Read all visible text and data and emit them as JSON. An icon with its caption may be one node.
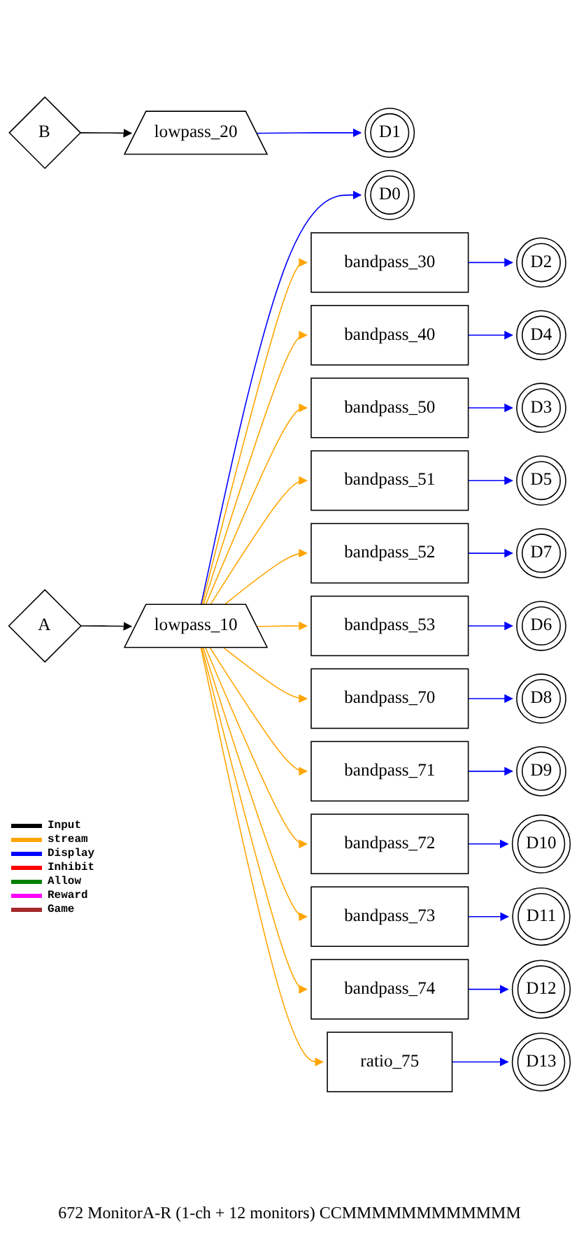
{
  "diagram": {
    "caption": "672 MonitorA-R   (1-ch + 12 monitors) CCMMMMMMMMMMMM",
    "nodes": [
      {
        "text": [
          "B"
        ]
      },
      {
        "text": [
          "lowpass_20"
        ]
      },
      {
        "text": [
          "D1"
        ]
      },
      {
        "text": [
          "D0"
        ]
      },
      {
        "text": [
          "bandpass_30"
        ]
      },
      {
        "text": [
          "D2"
        ]
      },
      {
        "text": [
          "bandpass_40"
        ]
      },
      {
        "text": [
          "D4"
        ]
      },
      {
        "text": [
          "bandpass_50"
        ]
      },
      {
        "text": [
          "D3"
        ]
      },
      {
        "text": [
          "bandpass_51"
        ]
      },
      {
        "text": [
          "D5"
        ]
      },
      {
        "text": [
          "bandpass_52"
        ]
      },
      {
        "text": [
          "D7"
        ]
      },
      {
        "text": [
          "A"
        ]
      },
      {
        "text": [
          "lowpass_10"
        ]
      },
      {
        "text": [
          "bandpass_53"
        ]
      },
      {
        "text": [
          "D6"
        ]
      },
      {
        "text": [
          "bandpass_70"
        ]
      },
      {
        "text": [
          "D8"
        ]
      },
      {
        "text": [
          "bandpass_71"
        ]
      },
      {
        "text": [
          "D9"
        ]
      },
      {
        "text": [
          "bandpass_72"
        ]
      },
      {
        "text": [
          "D10"
        ]
      },
      {
        "text": [
          "bandpass_73"
        ]
      },
      {
        "text": [
          "D11"
        ]
      },
      {
        "text": [
          "bandpass_74"
        ]
      },
      {
        "text": [
          "D12"
        ]
      },
      {
        "text": [
          "ratio_75"
        ]
      },
      {
        "text": [
          "D13"
        ]
      }
    ],
    "edges": [
      {
        "from": 0,
        "to": 1,
        "arrow": "to",
        "color": "#000000"
      },
      {
        "from": 1,
        "to": 2,
        "arrow": "to",
        "color": "#0000ff"
      },
      {
        "from": 14,
        "to": 15,
        "arrow": "to",
        "color": "#000000"
      },
      {
        "from": 15,
        "to": 3,
        "arrow": "to",
        "color": "#0000ff"
      },
      {
        "from": 15,
        "to": 4,
        "arrow": "to",
        "color": "#ffa500"
      },
      {
        "from": 15,
        "to": 6,
        "arrow": "to",
        "color": "#ffa500"
      },
      {
        "from": 15,
        "to": 8,
        "arrow": "to",
        "color": "#ffa500"
      },
      {
        "from": 15,
        "to": 10,
        "arrow": "to",
        "color": "#ffa500"
      },
      {
        "from": 15,
        "to": 12,
        "arrow": "to",
        "color": "#ffa500"
      },
      {
        "from": 15,
        "to": 16,
        "arrow": "to",
        "color": "#ffa500"
      },
      {
        "from": 15,
        "to": 18,
        "arrow": "to",
        "color": "#ffa500"
      },
      {
        "from": 15,
        "to": 20,
        "arrow": "to",
        "color": "#ffa500"
      },
      {
        "from": 15,
        "to": 22,
        "arrow": "to",
        "color": "#ffa500"
      },
      {
        "from": 15,
        "to": 24,
        "arrow": "to",
        "color": "#ffa500"
      },
      {
        "from": 15,
        "to": 26,
        "arrow": "to",
        "color": "#ffa500"
      },
      {
        "from": 15,
        "to": 28,
        "arrow": "to",
        "color": "#ffa500"
      },
      {
        "from": 4,
        "to": 5,
        "arrow": "to",
        "color": "#0000ff"
      },
      {
        "from": 6,
        "to": 7,
        "arrow": "to",
        "color": "#0000ff"
      },
      {
        "from": 8,
        "to": 9,
        "arrow": "to",
        "color": "#0000ff"
      },
      {
        "from": 10,
        "to": 11,
        "arrow": "to",
        "color": "#0000ff"
      },
      {
        "from": 12,
        "to": 13,
        "arrow": "to",
        "color": "#0000ff"
      },
      {
        "from": 16,
        "to": 17,
        "arrow": "to",
        "color": "#0000ff"
      },
      {
        "from": 18,
        "to": 19,
        "arrow": "to",
        "color": "#0000ff"
      },
      {
        "from": 20,
        "to": 21,
        "arrow": "to",
        "color": "#0000ff"
      },
      {
        "from": 22,
        "to": 23,
        "arrow": "to",
        "color": "#0000ff"
      },
      {
        "from": 24,
        "to": 25,
        "arrow": "to",
        "color": "#0000ff"
      },
      {
        "from": 26,
        "to": 27,
        "arrow": "to",
        "color": "#0000ff"
      },
      {
        "from": 28,
        "to": 29,
        "arrow": "to",
        "color": "#0000ff"
      }
    ],
    "legend": [
      {
        "text": "Input",
        "color": "#000000"
      },
      {
        "text": "stream",
        "color": "#ffa500"
      },
      {
        "text": "Display",
        "color": "#0000ff"
      },
      {
        "text": "Inhibit",
        "color": "#ff0000"
      },
      {
        "text": "Allow",
        "color": "#008000"
      },
      {
        "text": "Reward",
        "color": "#ff00ff"
      },
      {
        "text": "Game",
        "color": "#a52a2a"
      }
    ]
  }
}
